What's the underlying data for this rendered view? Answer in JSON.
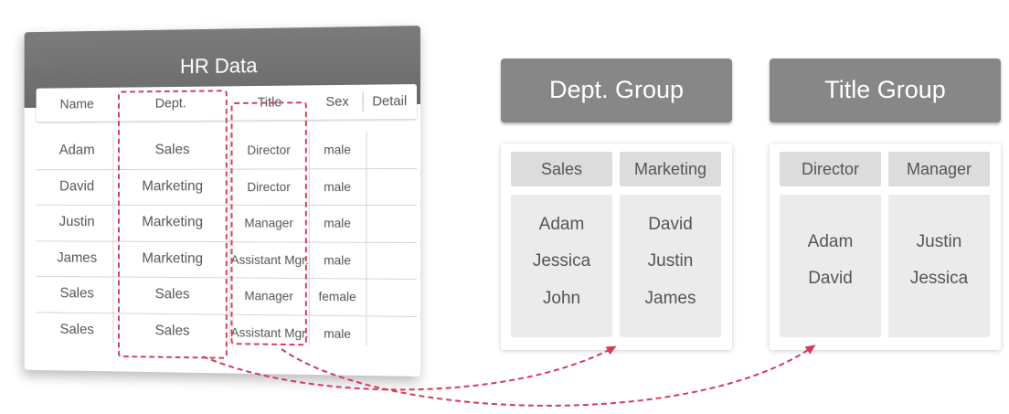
{
  "hr_table": {
    "title": "HR Data",
    "columns": [
      "Name",
      "Dept.",
      "Title",
      "Sex",
      "Detail"
    ],
    "rows": [
      [
        "Adam",
        "Sales",
        "Director",
        "male",
        ""
      ],
      [
        "David",
        "Marketing",
        "Director",
        "male",
        ""
      ],
      [
        "Justin",
        "Marketing",
        "Manager",
        "male",
        ""
      ],
      [
        "James",
        "Marketing",
        "Assistant Mgr.",
        "male",
        ""
      ],
      [
        "Sales",
        "Sales",
        "Manager",
        "female",
        ""
      ],
      [
        "Sales",
        "Sales",
        "Assistant Mgr.",
        "male",
        ""
      ]
    ]
  },
  "dept_group": {
    "title": "Dept. Group",
    "groups": [
      {
        "name": "Sales",
        "members": [
          "Adam",
          "Jessica",
          "John"
        ]
      },
      {
        "name": "Marketing",
        "members": [
          "David",
          "Justin",
          "James"
        ]
      }
    ]
  },
  "title_group": {
    "title": "Title Group",
    "groups": [
      {
        "name": "Director",
        "members": [
          "Adam",
          "David"
        ]
      },
      {
        "name": "Manager",
        "members": [
          "Justin",
          "Jessica"
        ]
      }
    ]
  },
  "colors": {
    "accent": "#d23c5a",
    "header_gray": "#878787",
    "title_bar": "#6f6f6f",
    "sub_header": "#dcdcdc",
    "sub_body": "#ebebeb"
  }
}
